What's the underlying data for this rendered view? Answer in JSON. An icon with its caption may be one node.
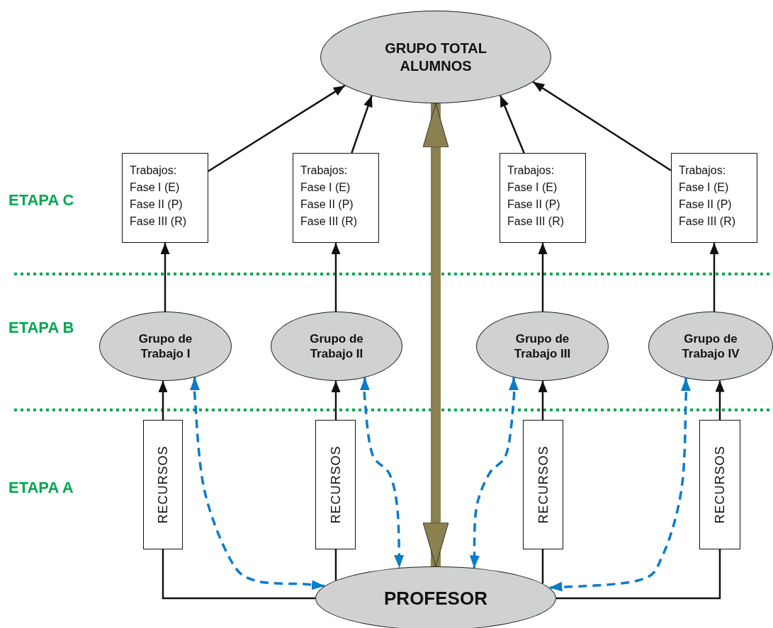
{
  "diagram": {
    "nodes": [
      {
        "text": [
          "GRUPO TOTAL ALUMNOS"
        ]
      },
      {
        "text": [
          "Trabajos:",
          "Fase I (E)",
          "Fase II (P)",
          "Fase III (R)"
        ]
      },
      {
        "text": [
          "Trabajos:",
          "Fase I (E)",
          "Fase II (P)",
          "Fase III (R)"
        ]
      },
      {
        "text": [
          "Trabajos:",
          "Fase I (E)",
          "Fase II (P)",
          "Fase III (R)"
        ]
      },
      {
        "text": [
          "Trabajos:",
          "Fase I (E)",
          "Fase II (P)",
          "Fase III (R)"
        ]
      },
      {
        "text": [
          "Grupo de Trabajo I"
        ]
      },
      {
        "text": [
          "Grupo de Trabajo II"
        ]
      },
      {
        "text": [
          "Grupo de Trabajo III"
        ]
      },
      {
        "text": [
          "Grupo de Trabajo IV"
        ]
      },
      {
        "text": [
          "RECURSOS"
        ]
      },
      {
        "text": [
          "RECURSOS"
        ]
      },
      {
        "text": [
          "RECURSOS"
        ]
      },
      {
        "text": [
          "RECURSOS"
        ]
      },
      {
        "text": [
          "PROFESOR"
        ]
      }
    ],
    "edges": [
      {
        "from": 1,
        "to": 0,
        "arrow": "to"
      },
      {
        "from": 2,
        "to": 0,
        "arrow": "to"
      },
      {
        "from": 3,
        "to": 0,
        "arrow": "to"
      },
      {
        "from": 4,
        "to": 0,
        "arrow": "to"
      },
      {
        "from": 5,
        "to": 1,
        "arrow": "to"
      },
      {
        "from": 6,
        "to": 2,
        "arrow": "to"
      },
      {
        "from": 7,
        "to": 3,
        "arrow": "to"
      },
      {
        "from": 8,
        "to": 4,
        "arrow": "to"
      },
      {
        "from": 9,
        "to": 5,
        "arrow": "to"
      },
      {
        "from": 10,
        "to": 6,
        "arrow": "to"
      },
      {
        "from": 11,
        "to": 7,
        "arrow": "to"
      },
      {
        "from": 12,
        "to": 8,
        "arrow": "to"
      },
      {
        "from": 13,
        "to": 9,
        "arrow": "none"
      },
      {
        "from": 13,
        "to": 10,
        "arrow": "none"
      },
      {
        "from": 13,
        "to": 11,
        "arrow": "none"
      },
      {
        "from": 13,
        "to": 12,
        "arrow": "none"
      },
      {
        "from": 5,
        "to": 13,
        "arrow": "both",
        "style": "dashed",
        "color": "#0a7bc8"
      },
      {
        "from": 6,
        "to": 13,
        "arrow": "both",
        "style": "dashed",
        "color": "#0a7bc8"
      },
      {
        "from": 7,
        "to": 13,
        "arrow": "both",
        "style": "dashed",
        "color": "#0a7bc8"
      },
      {
        "from": 8,
        "to": 13,
        "arrow": "both",
        "style": "dashed",
        "color": "#0a7bc8"
      },
      {
        "from": 0,
        "to": 13,
        "arrow": "both",
        "style": "thick",
        "color": "#8b8050"
      }
    ],
    "labels": [
      "ETAPA C",
      "ETAPA B",
      "ETAPA A"
    ]
  }
}
